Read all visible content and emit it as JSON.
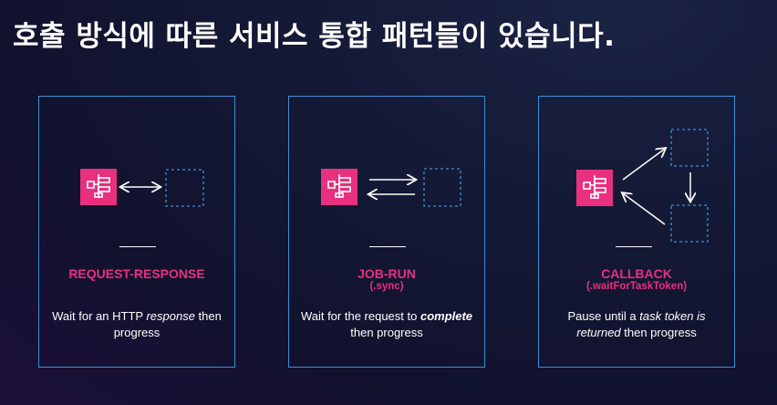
{
  "title": "호출 방식에 따른 서비스 통합 패턴들이 있습니다.",
  "colors": {
    "accent": "#e8307f",
    "border": "#3d8fd6",
    "icon_bg": "#e8307f"
  },
  "cards": [
    {
      "heading": "REQUEST-RESPONSE",
      "desc": {
        "a": "Wait for an HTTP ",
        "b": "response",
        "c": " then progress"
      }
    },
    {
      "heading": "JOB-RUN",
      "sub": "(.sync)",
      "desc": {
        "a": "Wait for the request to ",
        "b": "complete",
        "c": " then progress"
      }
    },
    {
      "heading": "CALLBACK",
      "sub": "(.waitForTaskToken)",
      "desc": {
        "a": "Pause until a ",
        "b": "task token is returned",
        "c": " then progress"
      }
    }
  ],
  "icons": {
    "step_functions": "step-functions-icon",
    "service": "dashed-service-box"
  }
}
